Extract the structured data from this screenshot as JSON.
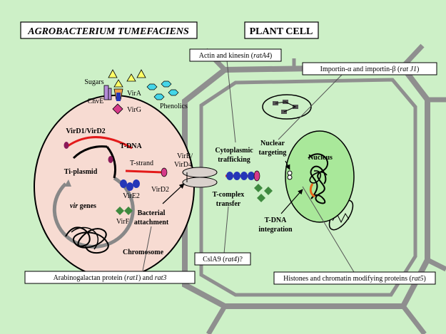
{
  "titles": {
    "agrobacterium": "AGROBACTERIUM TUMEFACIENS",
    "plant": "PLANT CELL"
  },
  "bacterium": {
    "sugars": "Sugars",
    "chve": "ChvE",
    "vira": "VirA",
    "virg": "VirG",
    "phenolics": "Phenolics",
    "vird1d2": "VirD1/VirD2",
    "tdna": "T-DNA",
    "tiplasmid": "Ti-plasmid",
    "vir": "vir",
    "genes": " genes",
    "tstrand": "T-strand",
    "vire2": "VirE2",
    "vird2": "VirD2",
    "virb": "VirB/",
    "vird4": "VirD4",
    "virf": "VirF",
    "chromosome": "Chromosome",
    "bact_attach_1": "Bacterial",
    "bact_attach_2": "attachment"
  },
  "plant": {
    "cyto_1": "Cytoplasmic",
    "cyto_2": "trafficking",
    "tcomplex_1": "T-complex",
    "tcomplex_2": "transfer",
    "nuclear_1": "Nuclear",
    "nuclear_2": "targeting",
    "nucleus": "Nucleus",
    "integ_1": "T-DNA",
    "integ_2": "integration"
  },
  "callouts": {
    "actin": {
      "pre": "Actin and kinesin (",
      "gene": "ratA4",
      "post": ")"
    },
    "importin": {
      "pre": "Importin-α and importin-β (",
      "gene": "rat J1",
      "post": ")"
    },
    "arabino": {
      "pre": "Arabinogalactan protein (",
      "gene1": "rat1",
      "mid": ") and ",
      "gene2": "rat3"
    },
    "csla9": {
      "pre": "CslA9 (",
      "gene": "rat4",
      "post": ")?"
    },
    "histones": {
      "pre": "Histones and chromatin modifying proteins (",
      "gene": "rat5",
      "post": ")"
    }
  },
  "colors": {
    "background": "#cdf0c7",
    "bacterium_fill": "#f7dbd2",
    "nucleus_fill": "#a9e89a",
    "wall_gray": "#8f8f8f",
    "tdna_red": "#e31a1a",
    "protein_pink": "#d63a8a",
    "vire2_blue": "#2536b8",
    "virf_green": "#3f8a3f",
    "sugar_yellow": "#ffff66",
    "phenolic_cyan": "#44d6e8"
  }
}
